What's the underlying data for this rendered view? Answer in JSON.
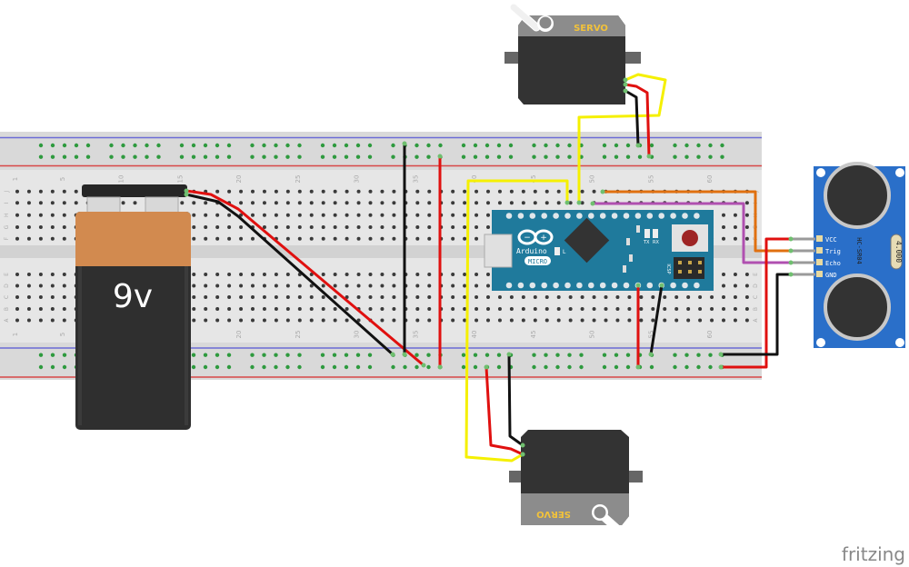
{
  "breadboard": {
    "column_labels": [
      "1",
      "5",
      "10",
      "15",
      "20",
      "25",
      "30",
      "35",
      "40",
      "45",
      "50",
      "55",
      "60"
    ],
    "row_labels_top": [
      "J",
      "I",
      "H",
      "G",
      "F"
    ],
    "row_labels_bottom": [
      "E",
      "D",
      "C",
      "B",
      "A"
    ],
    "rail_colors": {
      "negative": "#6b6bd6",
      "positive": "#d84848"
    }
  },
  "battery": {
    "label": "9v",
    "top_color": "#d28a4f",
    "body_color": "#2f2f2f"
  },
  "arduino": {
    "brand": "Arduino",
    "model": "MICRO",
    "led_label": "L",
    "tx_label": "TX",
    "rx_label": "RX",
    "icsp_label": "ICSP",
    "board_color": "#1f7a9c"
  },
  "sensor": {
    "model": "HC-SR04",
    "crystal": "4.000",
    "pins": [
      "VCC",
      "Trig",
      "Echo",
      "GND"
    ],
    "board_color": "#2a6fc9"
  },
  "servo_top": {
    "label": "SERVO"
  },
  "servo_bottom": {
    "label": "SERVO"
  },
  "wire_colors": {
    "power": "#e0100f",
    "ground": "#111111",
    "signal": "#f5f000",
    "trig": "#e07010",
    "echo": "#b050b0"
  },
  "footer": {
    "logo": "fritzing"
  }
}
